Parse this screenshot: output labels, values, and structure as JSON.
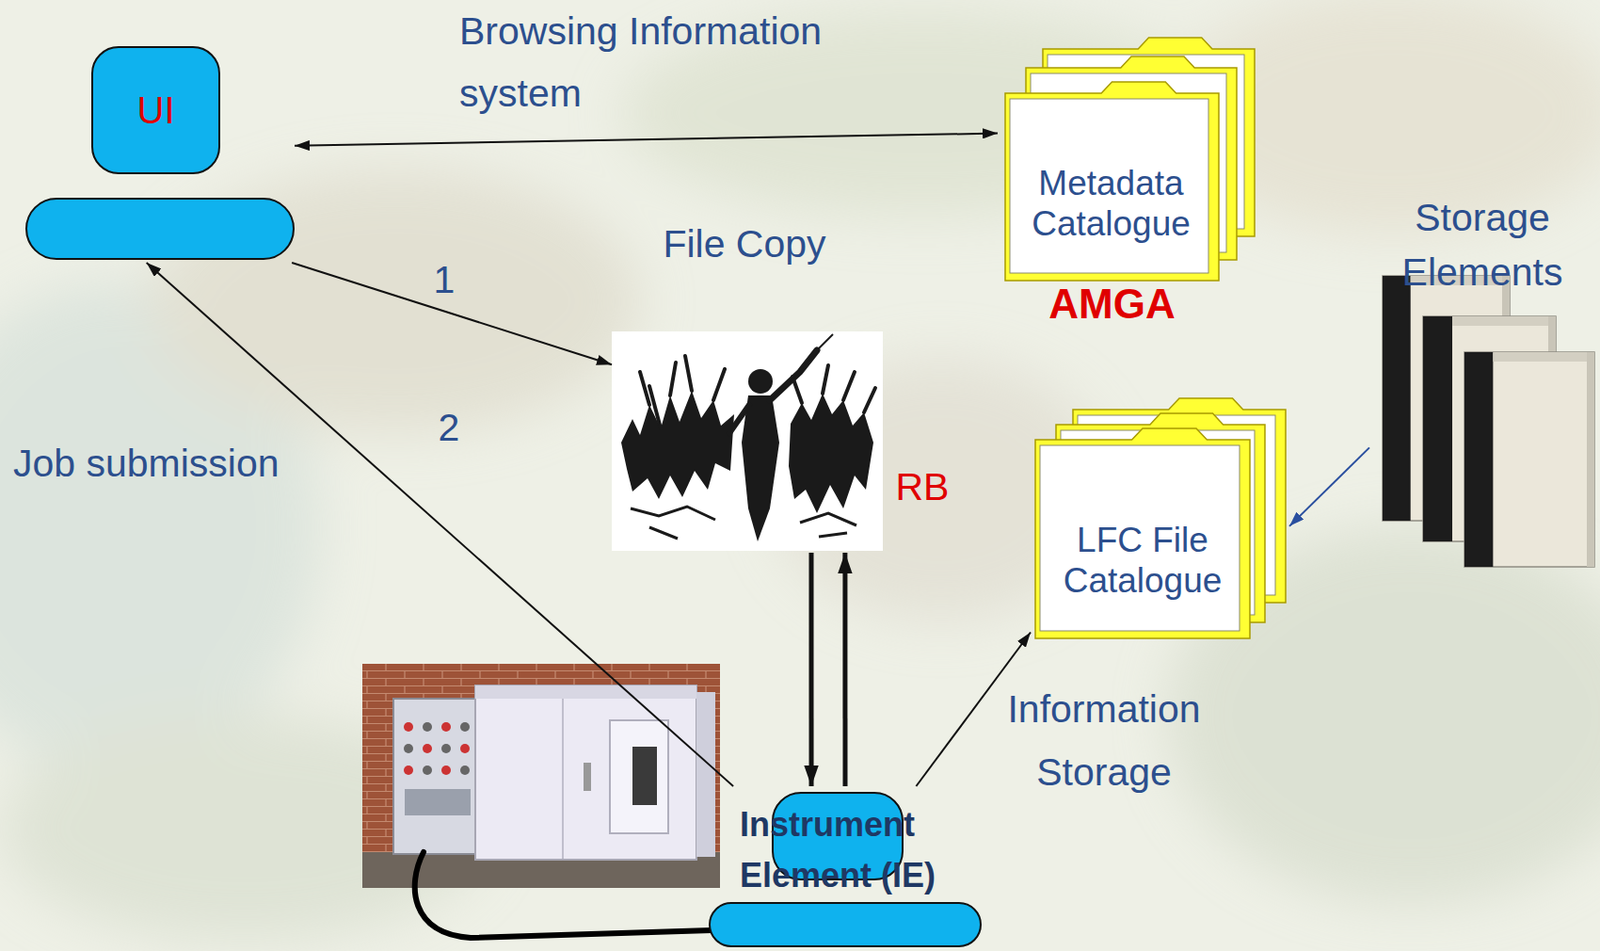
{
  "diagram": {
    "nodes": [
      {
        "text": [
          "UI"
        ]
      },
      {
        "text": [
          "Metadata Catalogue",
          "AMGA"
        ]
      },
      {
        "text": [
          "Storage Elements"
        ]
      },
      {
        "text": [
          "RB"
        ]
      },
      {
        "text": [
          "LFC File Catalogue"
        ]
      },
      {
        "text": [
          "Instrument Element (IE)"
        ]
      }
    ],
    "edges": [
      {
        "from": 0,
        "to": 1,
        "arrow": "both",
        "label": "Browsing Information system"
      },
      {
        "from": 0,
        "to": 3,
        "arrow": "to",
        "label": "1"
      },
      {
        "from": 5,
        "to": 0,
        "arrow": "to",
        "label": "2"
      },
      {
        "from": 3,
        "to": 5,
        "arrow": "to"
      },
      {
        "from": 5,
        "to": 3,
        "arrow": "to"
      },
      {
        "from": 5,
        "to": 4,
        "arrow": "to",
        "label": "Information Storage"
      },
      {
        "from": 2,
        "to": 4,
        "arrow": "to"
      }
    ],
    "labels": [
      "File Copy",
      "Job submission"
    ]
  }
}
